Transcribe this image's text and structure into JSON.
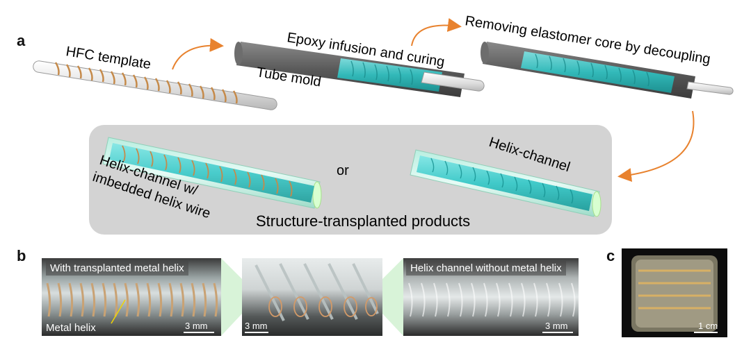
{
  "panel_a": {
    "label": "a",
    "steps": {
      "template": "HFC template",
      "epoxy": "Epoxy infusion and curing",
      "tube": "Tube mold",
      "removing": "Removing elastomer core by decoupling"
    },
    "products": {
      "left_line1": "Helix-channel w/",
      "left_line2": "imbedded helix wire",
      "or": "or",
      "right": "Helix-channel",
      "caption": "Structure-transplanted products"
    }
  },
  "panel_b": {
    "label": "b",
    "left_caption": "With transplanted metal helix",
    "left_annotation": "Metal helix",
    "left_scale": "3 mm",
    "middle_scale": "3 mm",
    "right_caption": "Helix channel without metal helix",
    "right_scale": "3 mm"
  },
  "panel_c": {
    "label": "c",
    "scale": "1 cm"
  },
  "colors": {
    "arrow": "#e8822e",
    "teal": "#2ec4c4",
    "panel_bg": "#d3d3d3"
  }
}
